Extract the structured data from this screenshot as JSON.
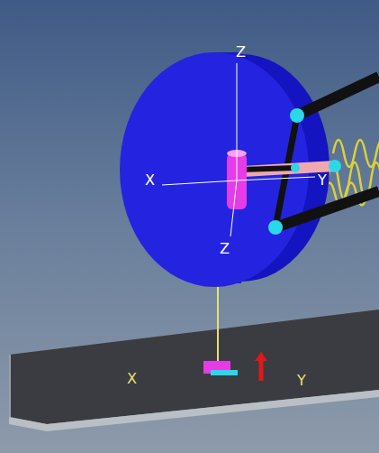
{
  "diagram": {
    "labels": [
      "Z",
      "X",
      "Y",
      "Z",
      "X",
      "Y"
    ]
  }
}
